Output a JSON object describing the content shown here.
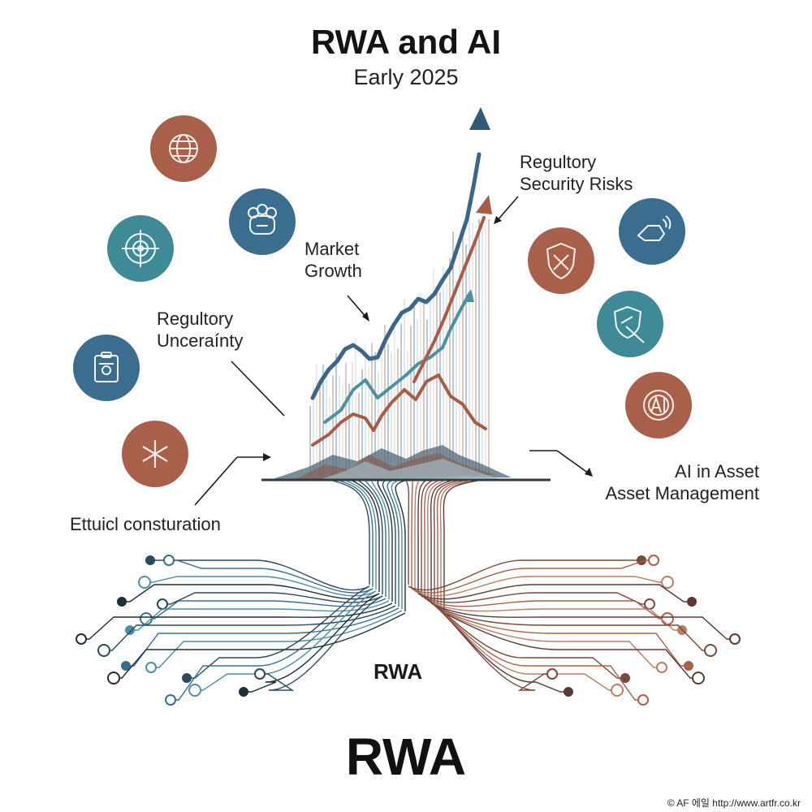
{
  "title": "RWA and AI",
  "subtitle": "Early 2025",
  "labels": {
    "market_growth": [
      "Market",
      "Growth"
    ],
    "regulatory_security": [
      "Regultory",
      "Security Risks"
    ],
    "regulatory_uncertainty": [
      "Regultory",
      "Unceraínty"
    ],
    "ai_asset": [
      "AI in Asset",
      "Asset Management"
    ],
    "ethical": "Ettuicl consturation"
  },
  "center_label": "RWA",
  "bottom_label": "RWA",
  "footer": "© AF 에일 http://www.artfr.co.kr",
  "colors": {
    "blue": "#3b6d8f",
    "teal": "#3f8a97",
    "rust": "#a8604a",
    "light_blue": "#9fc4d3"
  },
  "icons_left": [
    {
      "name": "globe-icon",
      "color": "rust"
    },
    {
      "name": "robot-icon",
      "color": "blue"
    },
    {
      "name": "target-icon",
      "color": "teal"
    },
    {
      "name": "clipboard-icon",
      "color": "blue"
    },
    {
      "name": "asterisk-icon",
      "color": "rust"
    }
  ],
  "icons_right": [
    {
      "name": "hand-signal-icon",
      "color": "blue"
    },
    {
      "name": "shield-warning-icon",
      "color": "rust"
    },
    {
      "name": "shield-tool-icon",
      "color": "teal"
    },
    {
      "name": "ai-chip-icon",
      "color": "rust"
    }
  ]
}
